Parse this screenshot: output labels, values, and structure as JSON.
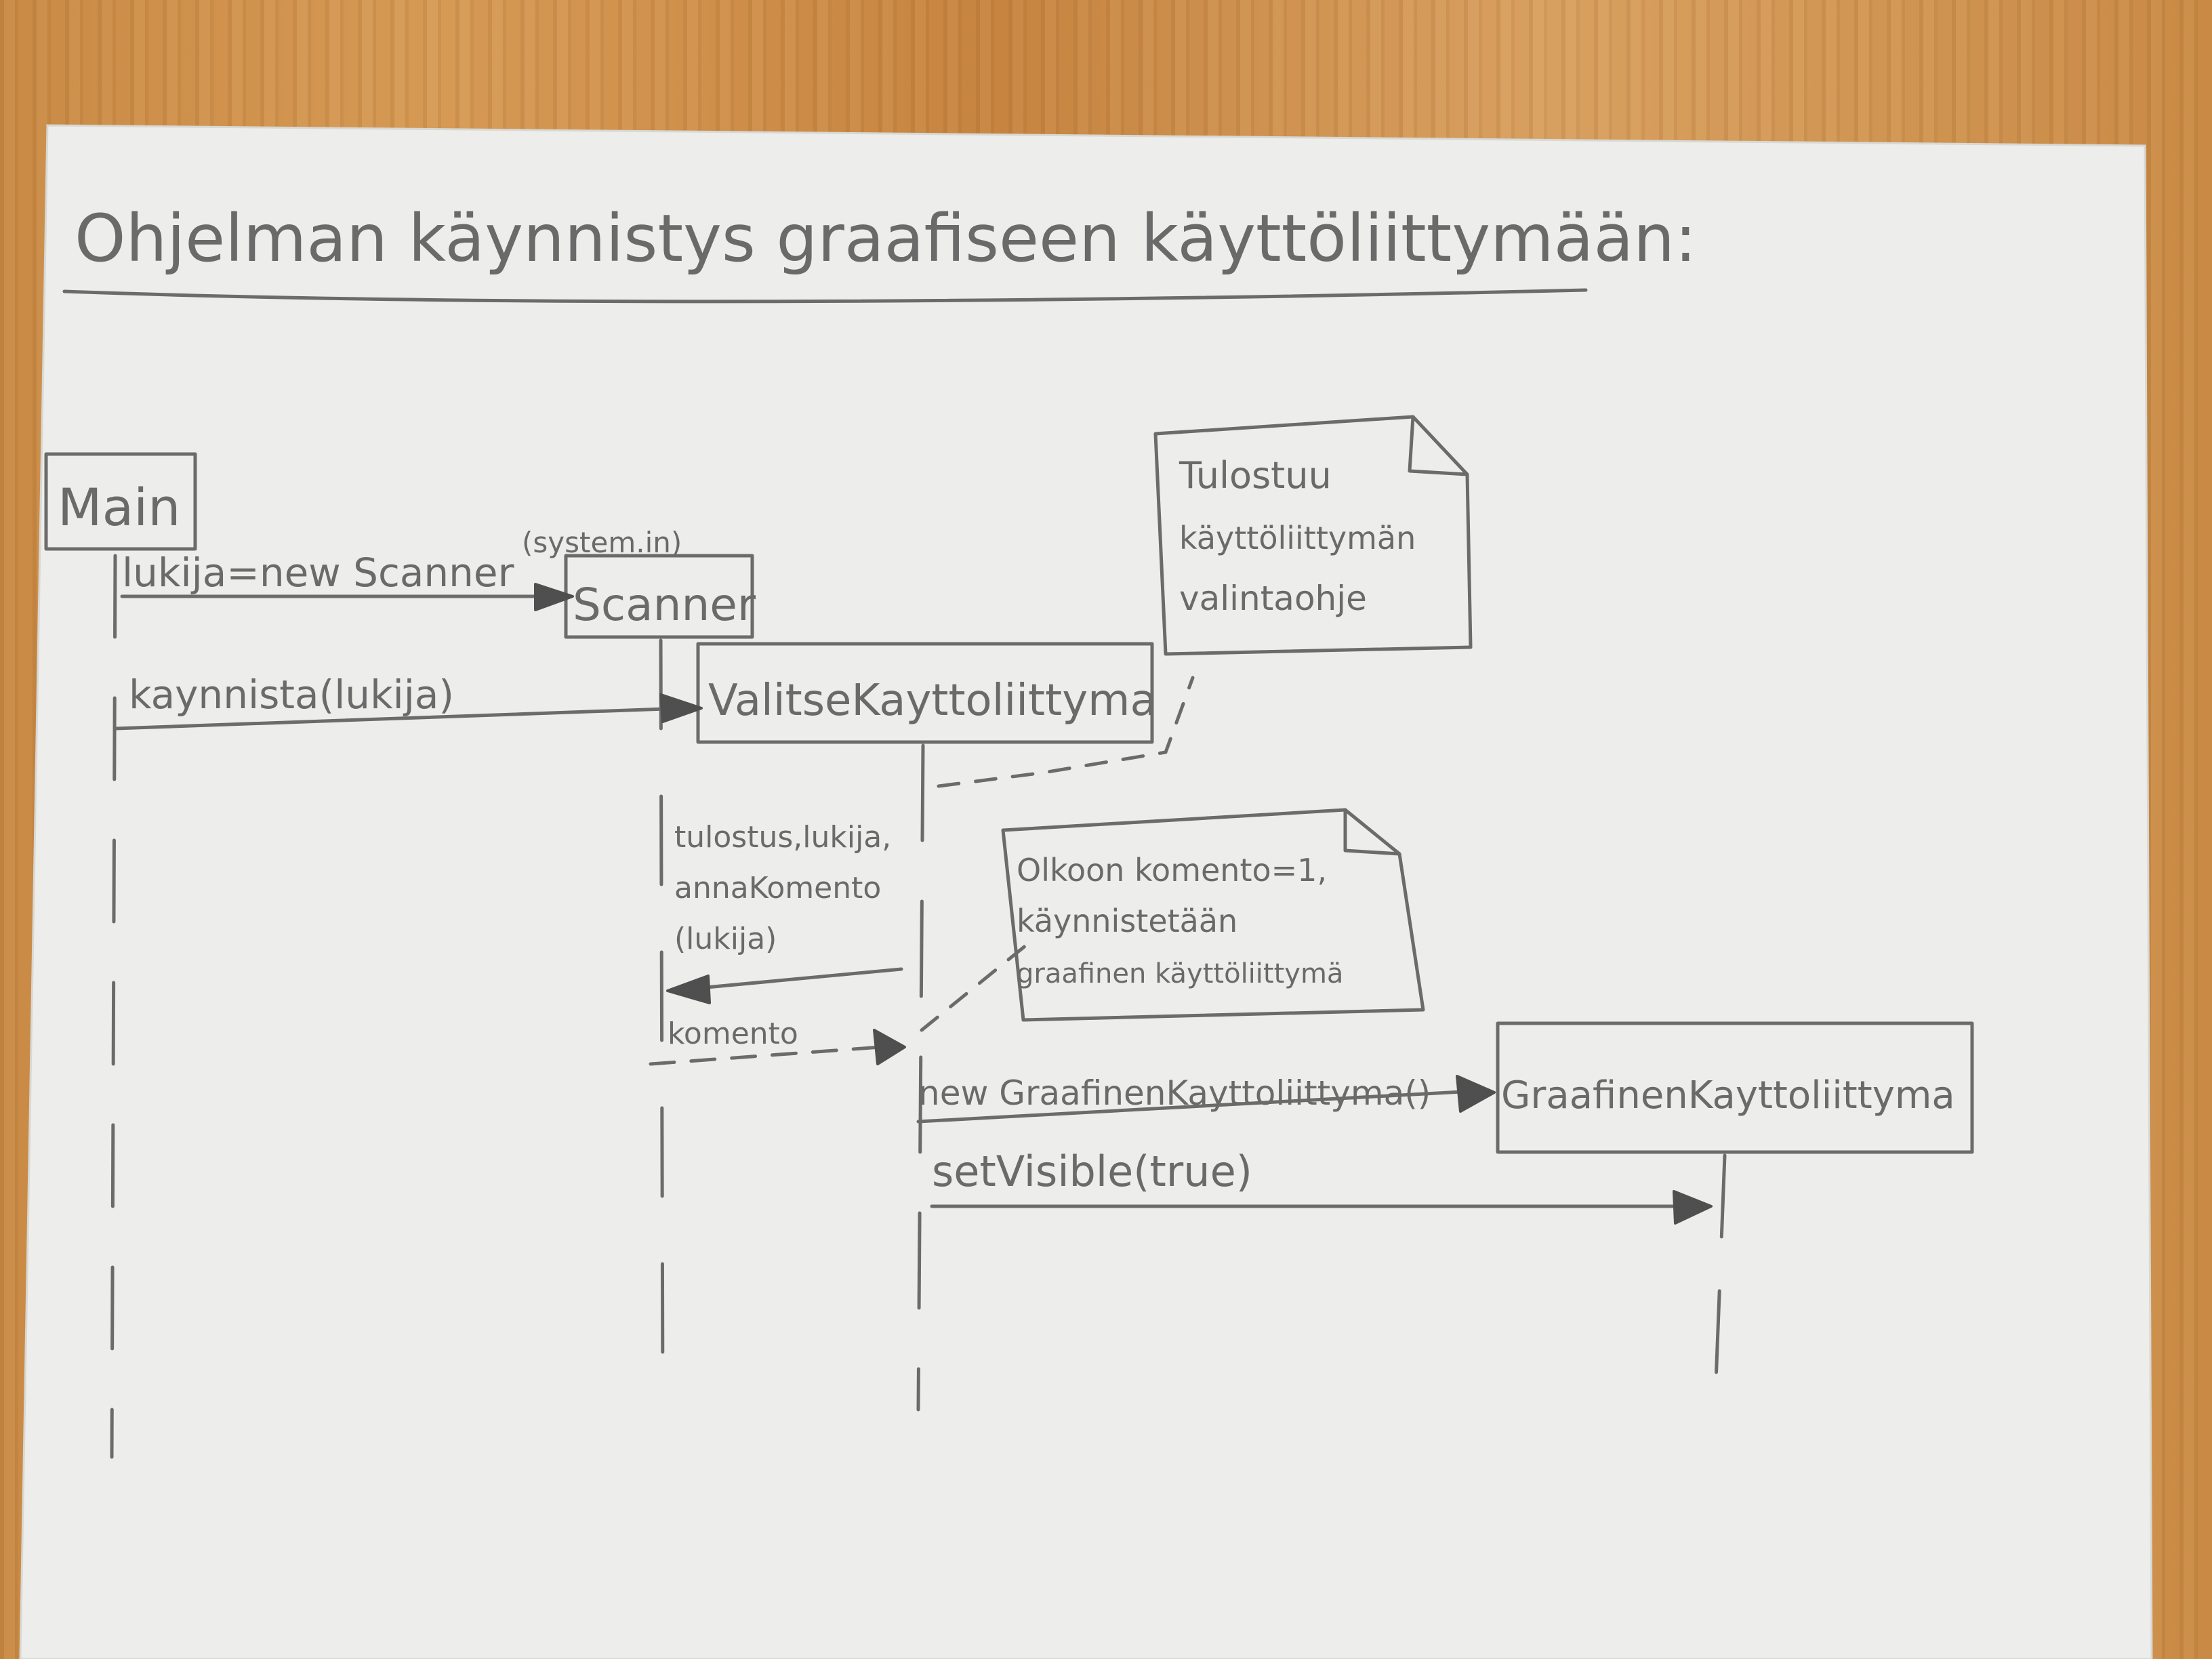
{
  "title": "Ohjelman käynnistys graafiseen käyttöliittymään:",
  "participants": {
    "main": "Main",
    "scanner_note": "(system.in)",
    "scanner": "Scanner",
    "valitse": "ValitseKayttoliittyma",
    "graafinen": "GraafinenKayttoliittyma"
  },
  "messages": {
    "m1": "lukija=new Scanner",
    "m2": "kaynnista(lukija)",
    "m3_line1": "tulostus,lukija,",
    "m3_line2": "annaKomento",
    "m3_line3": "(lukija)",
    "m4": "komento",
    "m5": "new GraafinenKayttoliittyma()",
    "m6": "setVisible(true)"
  },
  "notes": {
    "note1_line1": "Tulostuu",
    "note1_line2": "käyttöliittymän",
    "note1_line3": "valintaohje",
    "note2_line1": "Olkoon komento=1,",
    "note2_line2": "käynnistetään",
    "note2_line3": "graafinen käyttöliittymä"
  }
}
